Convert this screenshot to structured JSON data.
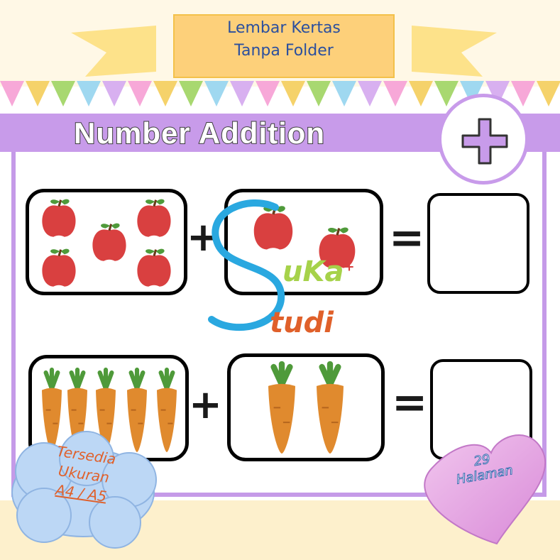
{
  "banner": {
    "line1": "Lembar Kertas",
    "line2": "Tanpa Folder"
  },
  "title": "Number Addition",
  "rows": [
    {
      "item": "apple",
      "left_count": 5,
      "right_count": 2,
      "plus": "+",
      "equals": "="
    },
    {
      "item": "carrot",
      "left_count": 5,
      "right_count": 2,
      "plus": "+",
      "equals": "="
    }
  ],
  "watermark": {
    "part1": "uKa",
    "part2": "tudi",
    "plus": "+"
  },
  "cloud": {
    "line1": "Tersedia",
    "line2": "Ukuran",
    "line3": "A4 / A5"
  },
  "heart": {
    "line1": "29",
    "line2": "Halaman"
  },
  "colors": {
    "accent": "#c89bea",
    "apple": "#d94040",
    "carrot": "#e08a2e",
    "leaf": "#4f9a3a",
    "s_blue": "#2aa8e0"
  },
  "icons": [
    "plus-icon",
    "apple-icon",
    "carrot-icon",
    "cloud-icon",
    "heart-icon"
  ]
}
